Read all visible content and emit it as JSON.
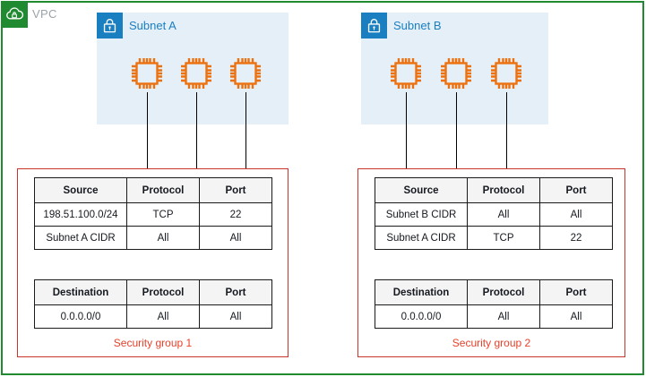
{
  "vpc": {
    "label": "VPC",
    "icon": "cloud-lock-icon",
    "border_color": "#1f8a2f",
    "badge_color": "#1f8a2f",
    "label_color": "#9aa3a8"
  },
  "subnets": [
    {
      "id": "subnet-a",
      "title": "Subnet A",
      "icon": "padlock-icon",
      "badge_color": "#1a7fc1",
      "panel_color": "#e4eff7",
      "title_color": "#1a7fc1",
      "instances": [
        {
          "name": "instance-a1",
          "icon": "chip-icon"
        },
        {
          "name": "instance-a2",
          "icon": "chip-icon"
        },
        {
          "name": "instance-a3",
          "icon": "chip-icon"
        }
      ]
    },
    {
      "id": "subnet-b",
      "title": "Subnet B",
      "icon": "padlock-icon",
      "badge_color": "#1a7fc1",
      "panel_color": "#e4eff7",
      "title_color": "#1a7fc1",
      "instances": [
        {
          "name": "instance-b1",
          "icon": "chip-icon"
        },
        {
          "name": "instance-b2",
          "icon": "chip-icon"
        },
        {
          "name": "instance-b3",
          "icon": "chip-icon"
        }
      ]
    }
  ],
  "security_groups": [
    {
      "id": "security-group-1",
      "caption": "Security group 1",
      "border_color": "#c9352b",
      "caption_color": "#e8402a",
      "inbound": {
        "headers": [
          "Source",
          "Protocol",
          "Port"
        ],
        "rows": [
          [
            "198.51.100.0/24",
            "TCP",
            "22"
          ],
          [
            "Subnet A CIDR",
            "All",
            "All"
          ]
        ]
      },
      "outbound": {
        "headers": [
          "Destination",
          "Protocol",
          "Port"
        ],
        "rows": [
          [
            "0.0.0.0/0",
            "All",
            "All"
          ]
        ]
      }
    },
    {
      "id": "security-group-2",
      "caption": "Security group 2",
      "border_color": "#c9352b",
      "caption_color": "#e8402a",
      "inbound": {
        "headers": [
          "Source",
          "Protocol",
          "Port"
        ],
        "rows": [
          [
            "Subnet B CIDR",
            "All",
            "All"
          ],
          [
            "Subnet A CIDR",
            "TCP",
            "22"
          ]
        ]
      },
      "outbound": {
        "headers": [
          "Destination",
          "Protocol",
          "Port"
        ],
        "rows": [
          [
            "0.0.0.0/0",
            "All",
            "All"
          ]
        ]
      }
    }
  ],
  "colors": {
    "instance_orange": "#ec7211",
    "connector_black": "#000000"
  }
}
